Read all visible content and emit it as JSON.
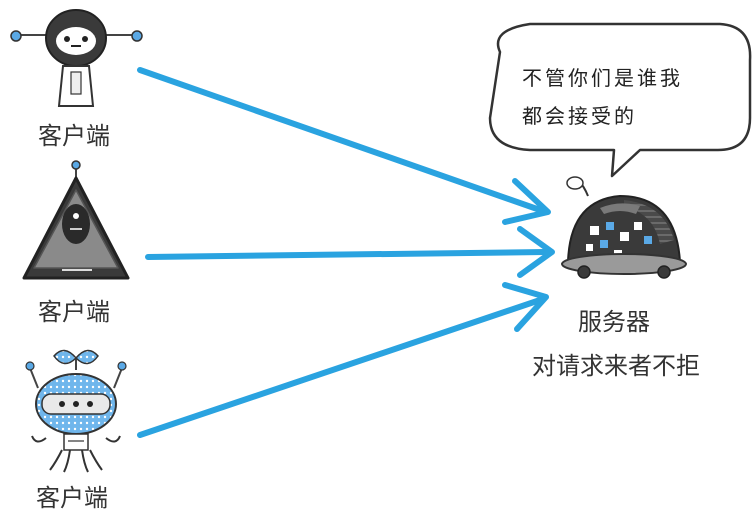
{
  "clients": [
    {
      "label": "客户端",
      "robot": "round-head-robot-icon"
    },
    {
      "label": "客户端",
      "robot": "triangle-robot-icon"
    },
    {
      "label": "客户端",
      "robot": "jellyfish-robot-icon"
    }
  ],
  "server": {
    "label": "服务器",
    "caption": "对请求来者不拒",
    "robot": "dome-server-robot-icon",
    "speech": {
      "line1": "不管你们是谁我",
      "line2": "都会接受的"
    }
  },
  "colors": {
    "arrow": "#2aa3e0",
    "robot_dark": "#3b3b3b",
    "accent": "#5aa9e6",
    "ink": "#333333"
  }
}
